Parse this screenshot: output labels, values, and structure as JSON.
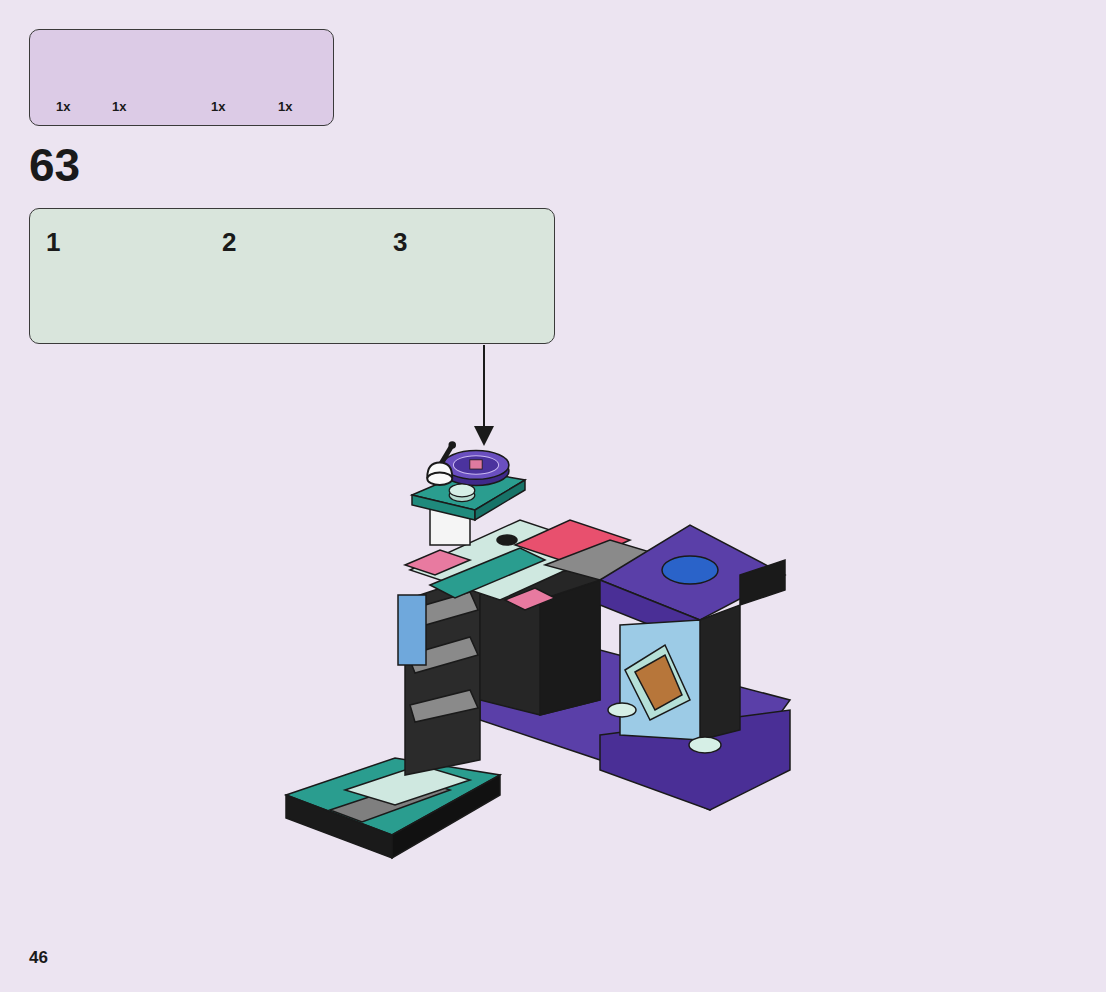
{
  "diagram": {
    "nodes": [
      {
        "text": [
          "1x",
          "1x",
          "1x",
          "1x"
        ]
      },
      {
        "text": [
          "1",
          "2",
          "3"
        ]
      }
    ],
    "labels": [
      "63",
      "46"
    ]
  }
}
